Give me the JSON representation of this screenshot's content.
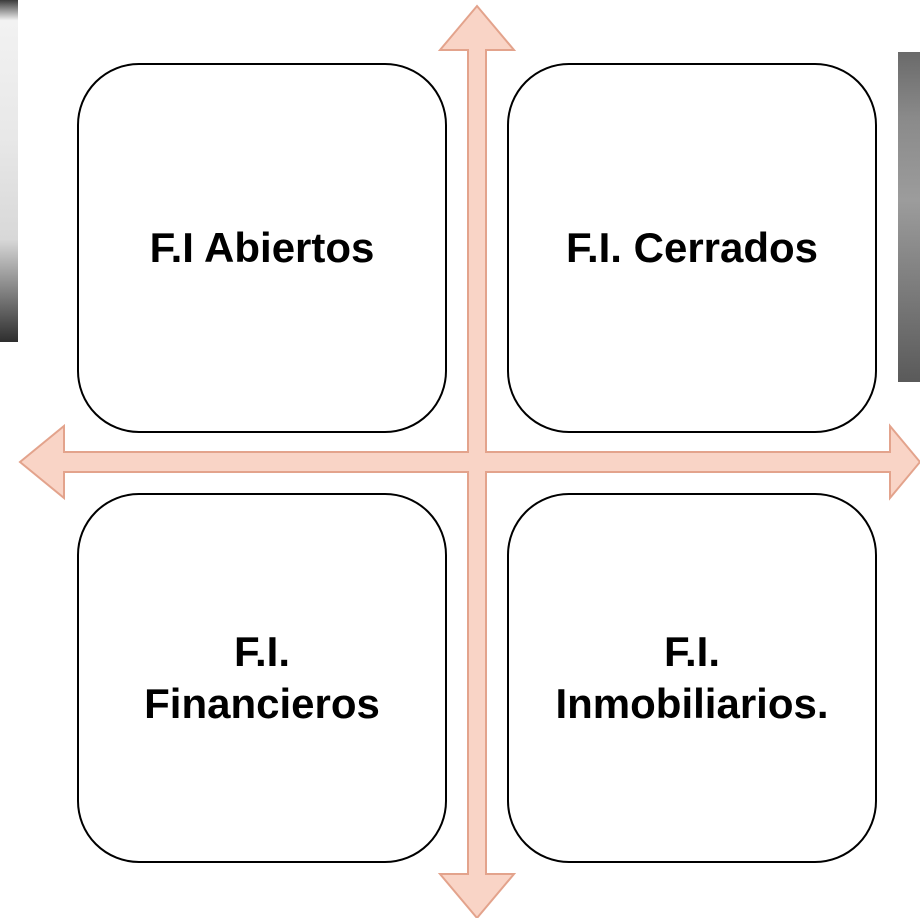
{
  "diagram": {
    "quadrants": {
      "top_left": "F.I Abiertos",
      "top_right": "F.I. Cerrados",
      "bottom_left": "F.I.\nFinancieros",
      "bottom_right": "F.I.\nInmobiliarios."
    }
  },
  "colors": {
    "arrow_fill": "#F9D4C6",
    "arrow_stroke": "#E3A38C",
    "box_border": "#000000"
  }
}
